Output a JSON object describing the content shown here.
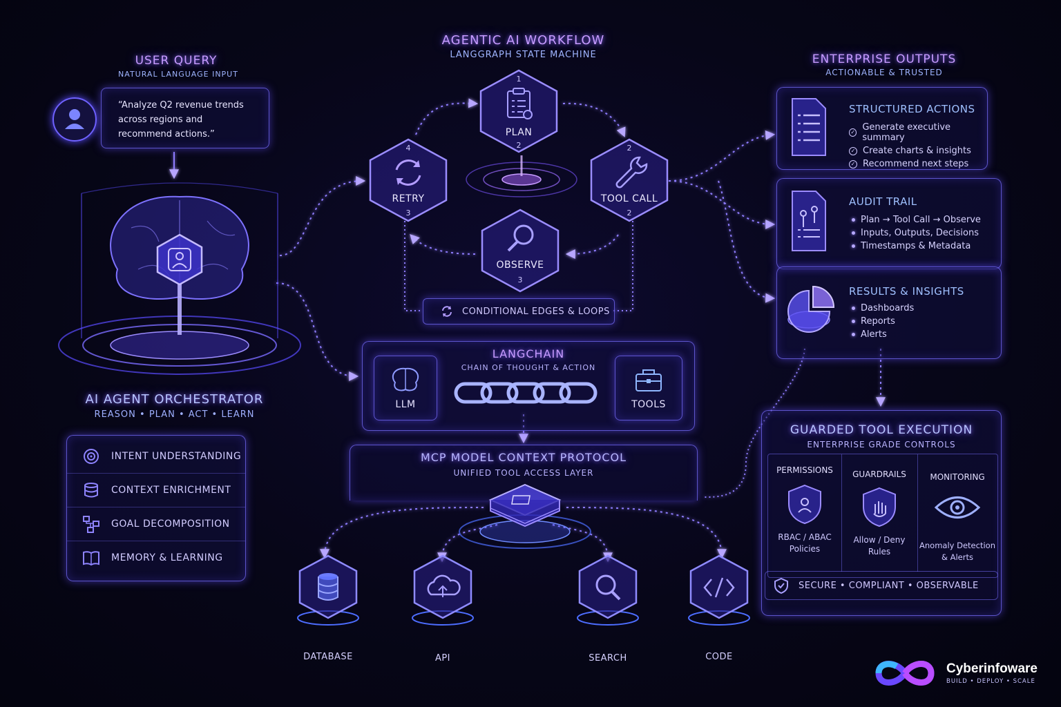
{
  "user_query": {
    "title": "USER QUERY",
    "subtitle": "NATURAL LANGUAGE INPUT",
    "message": "“Analyze Q2 revenue trends across regions and recommend actions.”"
  },
  "orchestrator": {
    "title": "AI AGENT ORCHESTRATOR",
    "subtitle": "REASON • PLAN • ACT • LEARN",
    "items": [
      {
        "label": "INTENT UNDERSTANDING",
        "icon": "target-icon"
      },
      {
        "label": "CONTEXT ENRICHMENT",
        "icon": "database-icon"
      },
      {
        "label": "GOAL DECOMPOSITION",
        "icon": "hierarchy-icon"
      },
      {
        "label": "MEMORY & LEARNING",
        "icon": "book-icon"
      }
    ]
  },
  "workflow": {
    "title": "AGENTIC AI WORKFLOW",
    "subtitle": "LANGGRAPH STATE MACHINE",
    "nodes": {
      "plan": {
        "label": "PLAN",
        "num_top": "1",
        "num_bottom": "2"
      },
      "tool_call": {
        "label": "TOOL CALL",
        "num_top": "2",
        "num_bottom": "2"
      },
      "retry": {
        "label": "RETRY",
        "num_top": "4",
        "num_bottom": "3"
      },
      "observe": {
        "label": "OBSERVE",
        "num_bottom": "3"
      }
    },
    "loops_label": "CONDITIONAL EDGES & LOOPS"
  },
  "langchain": {
    "title": "LANGCHAIN",
    "subtitle": "CHAIN OF THOUGHT & ACTION",
    "left": "LLM",
    "right": "TOOLS"
  },
  "mcp": {
    "title": "MCP MODEL CONTEXT PROTOCOL",
    "subtitle": "UNIFIED TOOL ACCESS LAYER",
    "tools": [
      "DATABASE",
      "API",
      "SEARCH",
      "CODE"
    ]
  },
  "outputs": {
    "title": "ENTERPRISE OUTPUTS",
    "subtitle": "ACTIONABLE & TRUSTED",
    "structured": {
      "title": "STRUCTURED ACTIONS",
      "items": [
        "Generate executive summary",
        "Create charts & insights",
        "Recommend next steps"
      ]
    },
    "audit": {
      "title": "AUDIT TRAIL",
      "items": [
        "Plan → Tool Call → Observe",
        "Inputs, Outputs, Decisions",
        "Timestamps & Metadata"
      ]
    },
    "results": {
      "title": "RESULTS & INSIGHTS",
      "items": [
        "Dashboards",
        "Reports",
        "Alerts"
      ]
    }
  },
  "guarded": {
    "title": "GUARDED TOOL EXECUTION",
    "subtitle": "ENTERPRISE GRADE CONTROLS",
    "columns": [
      {
        "title": "PERMISSIONS",
        "desc1": "RBAC / ABAC",
        "desc2": "Policies"
      },
      {
        "title": "GUARDRAILS",
        "desc1": "Allow / Deny",
        "desc2": "Rules"
      },
      {
        "title": "MONITORING",
        "desc1": "Anomaly Detection",
        "desc2": "& Alerts"
      }
    ],
    "footer": "SECURE • COMPLIANT • OBSERVABLE"
  },
  "brand": {
    "name": "Cyberinfoware",
    "tagline": "BUILD • DEPLOY • SCALE"
  },
  "colors": {
    "accent": "#7b6bff",
    "purple": "#c79bff",
    "blue": "#4d6dff"
  }
}
